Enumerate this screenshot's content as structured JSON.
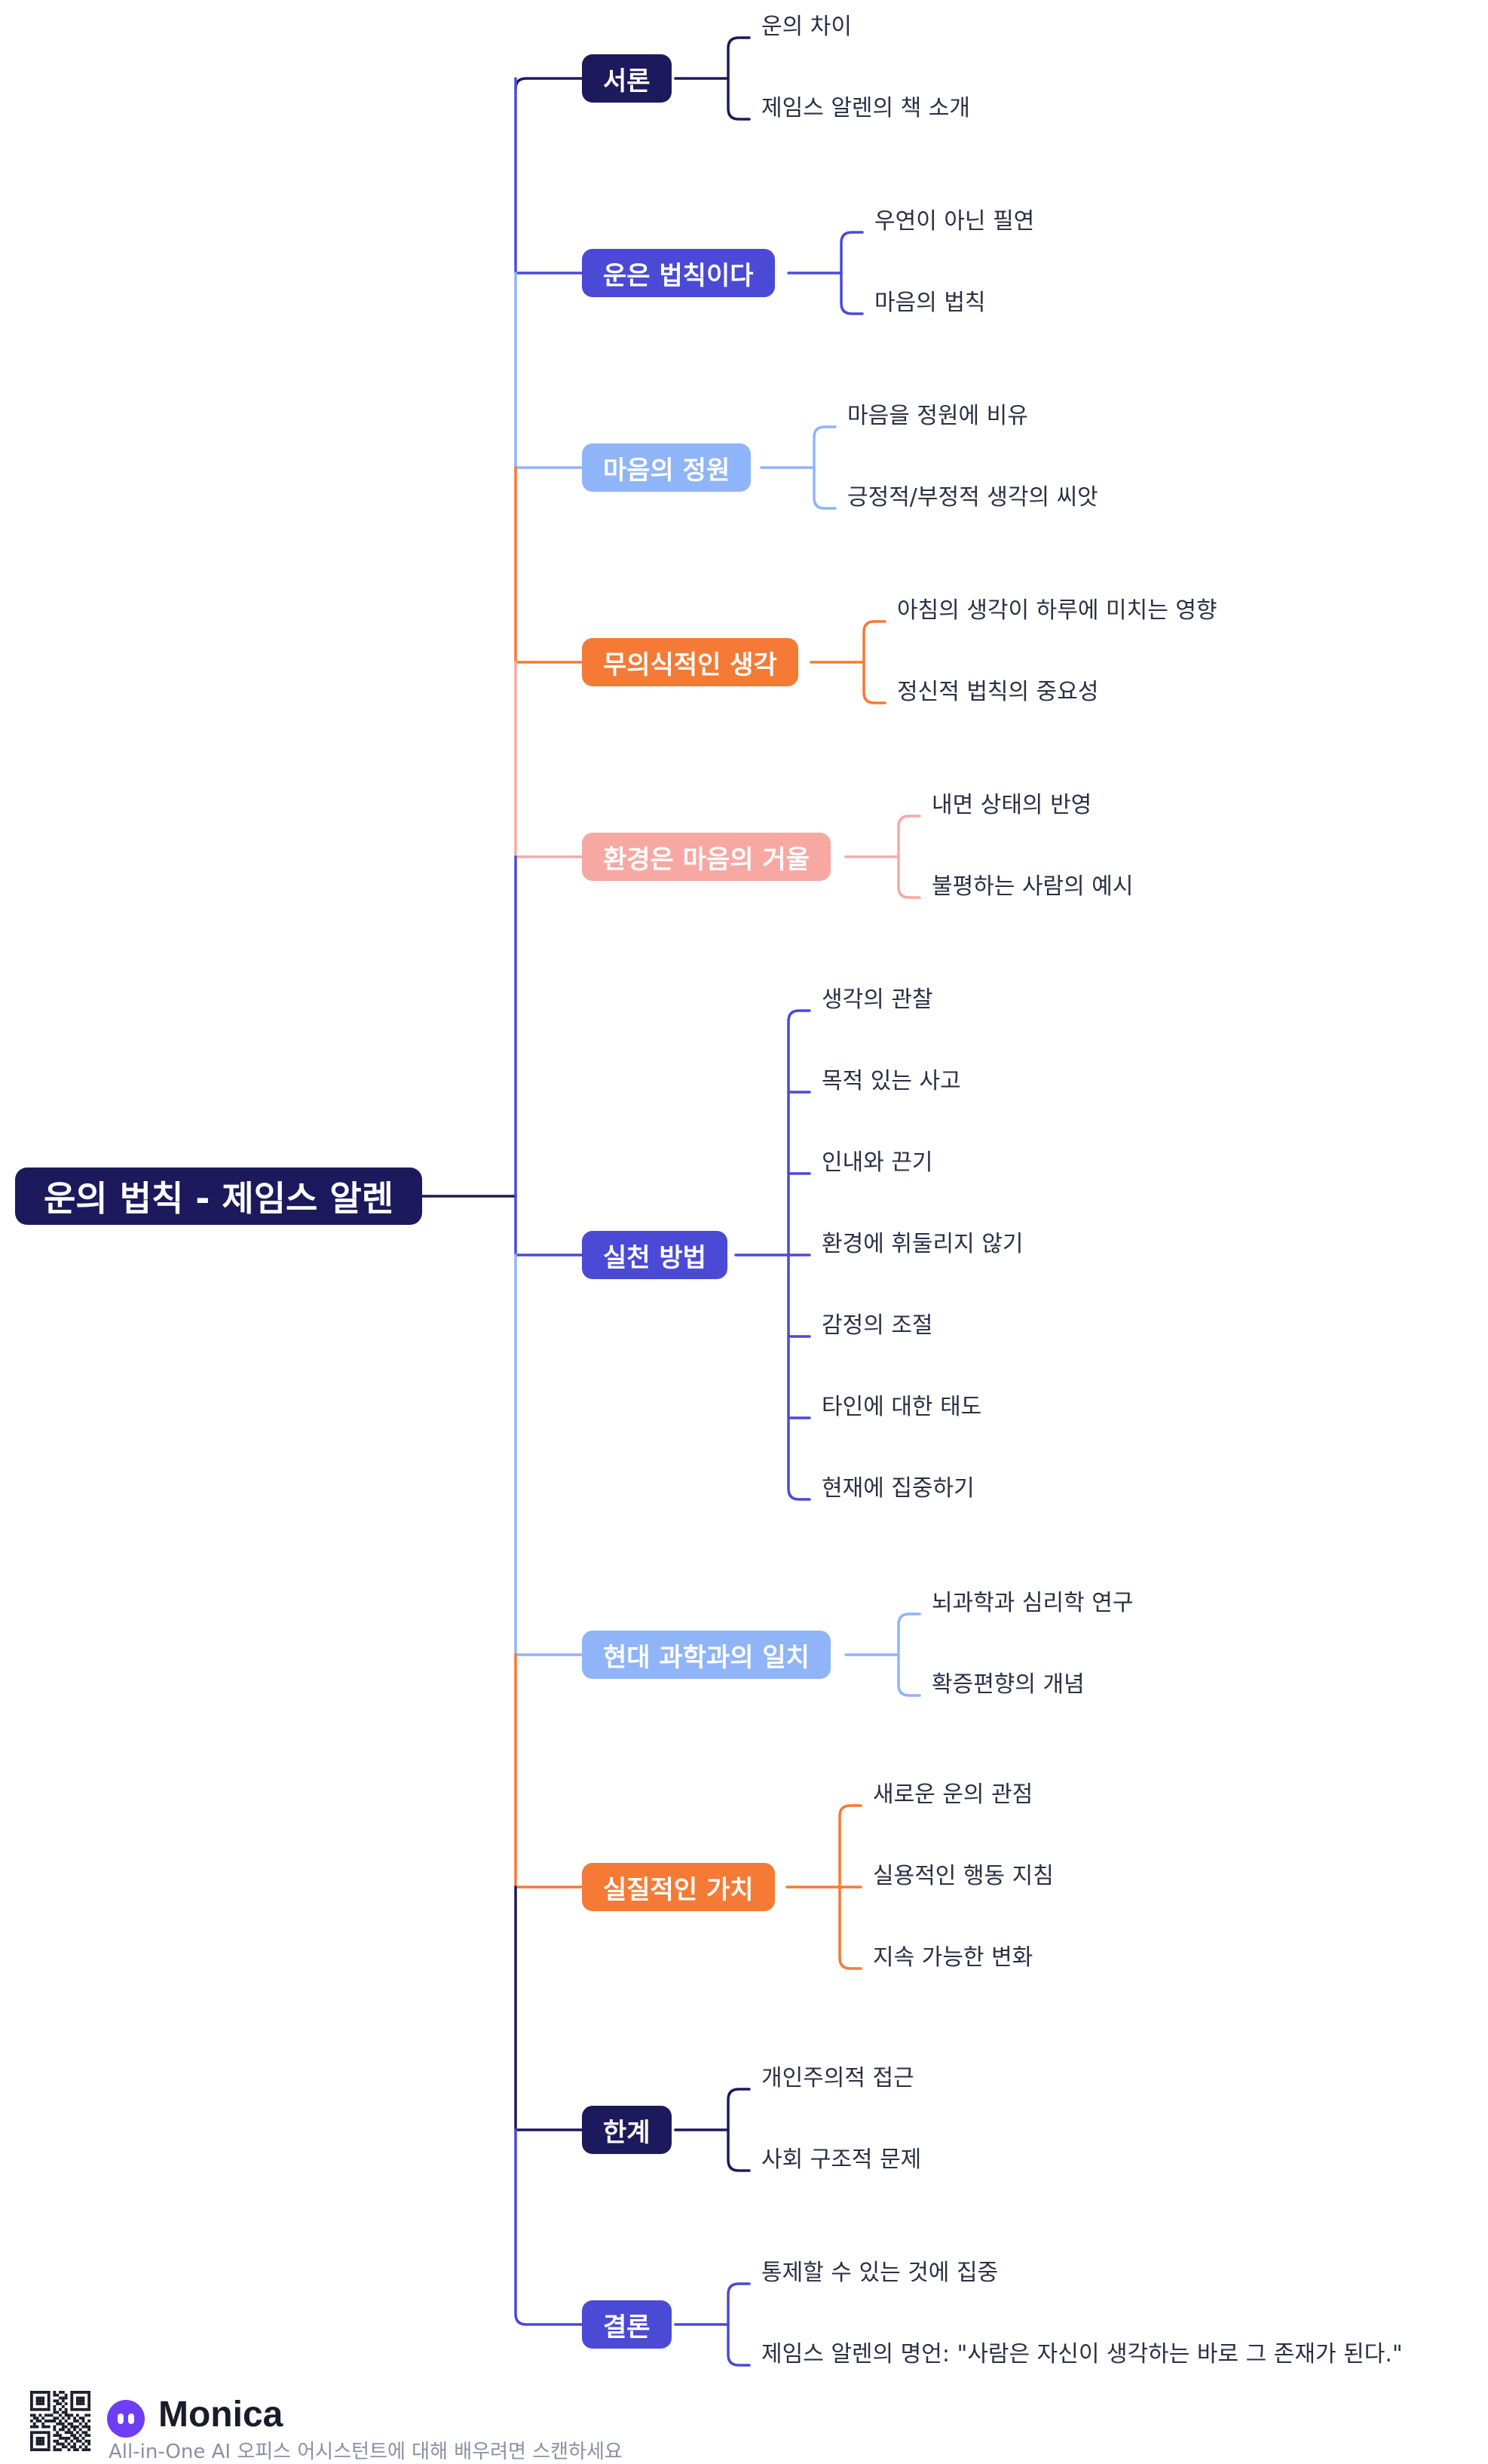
{
  "root": {
    "label": "운의 법칙 - 제임스 알렌",
    "color": "#1c1a5c"
  },
  "branches": [
    {
      "label": "서론",
      "color": "#1c1a5c",
      "children": [
        "운의 차이",
        "제임스 알렌의 책 소개"
      ]
    },
    {
      "label": "운은 법칙이다",
      "color": "#4a4ad6",
      "children": [
        "우연이 아닌 필연",
        "마음의 법칙"
      ]
    },
    {
      "label": "마음의 정원",
      "color": "#8fb4f7",
      "children": [
        "마음을 정원에 비유",
        "긍정적/부정적 생각의 씨앗"
      ]
    },
    {
      "label": "무의식적인 생각",
      "color": "#f47a35",
      "children": [
        "아침의 생각이 하루에 미치는 영향",
        "정신적 법칙의 중요성"
      ]
    },
    {
      "label": "환경은 마음의 거울",
      "color": "#f7a8a3",
      "children": [
        "내면 상태의 반영",
        "불평하는 사람의 예시"
      ]
    },
    {
      "label": "실천 방법",
      "color": "#4a4ad6",
      "children": [
        "생각의 관찰",
        "목적 있는 사고",
        "인내와 끈기",
        "환경에 휘둘리지 않기",
        "감정의 조절",
        "타인에 대한 태도",
        "현재에 집중하기"
      ]
    },
    {
      "label": "현대 과학과의 일치",
      "color": "#8fb4f7",
      "children": [
        "뇌과학과 심리학 연구",
        "확증편향의 개념"
      ]
    },
    {
      "label": "실질적인 가치",
      "color": "#f47a35",
      "children": [
        "새로운 운의 관점",
        "실용적인 행동 지침",
        "지속 가능한 변화"
      ]
    },
    {
      "label": "한계",
      "color": "#1c1a5c",
      "children": [
        "개인주의적 접근",
        "사회 구조적 문제"
      ]
    },
    {
      "label": "결론",
      "color": "#4a4ad6",
      "children": [
        "통제할 수 있는 것에 집중",
        "제임스 알렌의 명언: \"사람은 자신이 생각하는 바로 그 존재가 된다.\""
      ]
    }
  ],
  "footer": {
    "brand": "Monica",
    "tagline": "All-in-One AI 오피스 어시스턴트에 대해 배우려면 스캔하세요",
    "qr_icon": "qr-code-icon",
    "logo_icon": "monica-logo-icon"
  }
}
